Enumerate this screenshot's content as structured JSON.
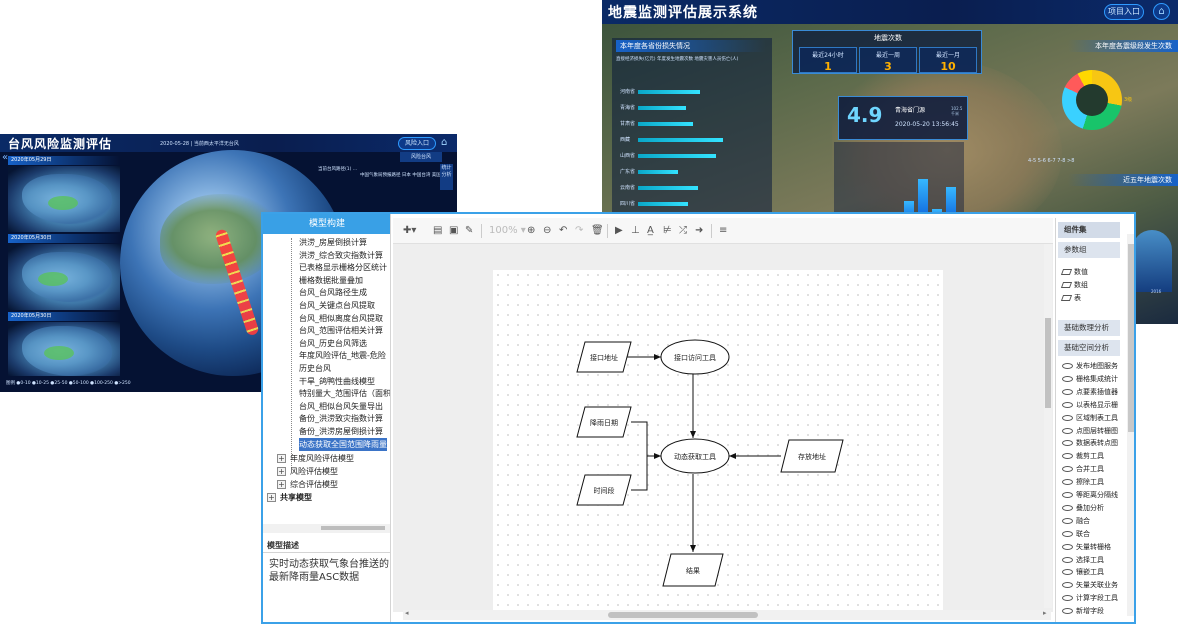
{
  "quake": {
    "title": "地震监测评估展示系统",
    "enter_label": "项目入口",
    "left_panel_title": "本年度各省份损失情况",
    "left_legend": "直接经济损失(亿元)   年度发生地震次数   地震灾害人员伤亡(人)",
    "provinces": [
      {
        "name": "河南省",
        "value": 0.62
      },
      {
        "name": "青海省",
        "value": 0.48
      },
      {
        "name": "甘肃省",
        "value": 0.55
      },
      {
        "name": "西藏",
        "value": 0.85
      },
      {
        "name": "山西省",
        "value": 0.78
      },
      {
        "name": "广东省",
        "value": 0.4
      },
      {
        "name": "云南省",
        "value": 0.6
      },
      {
        "name": "四川省",
        "value": 0.5
      }
    ],
    "count_title": "地震次数",
    "counts": [
      {
        "label": "最近24小时",
        "value": "1"
      },
      {
        "label": "最近一周",
        "value": "3"
      },
      {
        "label": "最近一月",
        "value": "10"
      }
    ],
    "latest": {
      "magnitude": "4.9",
      "place": "青海省门源",
      "latlon": "102.5 千米",
      "datetime": "2020-05-20    13:56:45"
    },
    "right_title_1": "本年度各震级段发生次数",
    "donut_label": "3级",
    "legend_2": "4-5   5-6   6-7   7-8   >8",
    "right_title_2": "近五年地震次数",
    "year_label": "2016",
    "bars": [
      0.28,
      0.55,
      0.18,
      0.45
    ]
  },
  "typhoon": {
    "title": "台风风险监测评估",
    "date_label": "2020-05-28 | 当前西太平洋无台风",
    "enter_label": "风险入口",
    "days": [
      "2020年05月29日",
      "2020年05月30日",
      "2020年05月30日"
    ],
    "right_btn": "风险台风",
    "vertical_btn": "统计分析",
    "legend_a": "当前台风路径(1) ...",
    "legend_b": "中国气象局预报路径  日本  中国台湾  美国",
    "footer": "图例 ●0-10 ●10-25 ●25-50 ●50-100 ●100-250 ●>250   "
  },
  "builder": {
    "left_title": "模型构建",
    "tree_items": [
      "洪涝_房屋倒损计算",
      "洪涝_综合致灾指数计算",
      "已表格显示栅格分区统计",
      "栅格数据批量叠加",
      "台风_台风路径生成",
      "台风_关键点台风提取",
      "台风_相似离度台风提取",
      "台风_范围评估相关计算",
      "台风_历史台风筛选",
      "年度风险评估_地震-危险",
      "历史台风",
      "干旱_鸽鸭性曲线模型",
      "特别量大_范围评估（面积",
      "台风_相似台风矢量导出",
      "备份_洪涝致灾指数计算",
      "备份_洪涝房屋倒损计算",
      "动态获取全国范围降雨量"
    ],
    "tree_groups": [
      "年度风险评估模型",
      "风险评估模型",
      "综合评估模型"
    ],
    "shared_label": "共享模型",
    "desc_title": "模型描述",
    "desc_text": "实时动态获取气象台推送的最新降雨量ASC数据",
    "zoom": "100%",
    "flow": {
      "n_interface_addr": "接口地址",
      "n_interface_tool": "接口访问工具",
      "n_date": "降雨日期",
      "n_time": "时间段",
      "n_dynamic": "动态获取工具",
      "n_store": "存放地址",
      "n_result": "结果"
    },
    "right_tabs": {
      "components": "组件集",
      "params": "参数组",
      "basic_proc": "基础数理分析",
      "basic_spatial": "基础空间分析"
    },
    "param_items": [
      "数值",
      "数组",
      "表"
    ],
    "tool_items": [
      "发布地图服务",
      "栅格集成统计",
      "点要素插值器",
      "以表格显示栅",
      "区域制表工具",
      "点图层转栅图",
      "数据表转点图",
      "裁剪工具",
      "合并工具",
      "擦除工具",
      "等距离分隔线",
      "叠加分析",
      "融合",
      "联合",
      "矢量转栅格",
      "选择工具",
      "镶嵌工具",
      "矢量关联业务",
      "计算字段工具",
      "新增字段"
    ]
  }
}
